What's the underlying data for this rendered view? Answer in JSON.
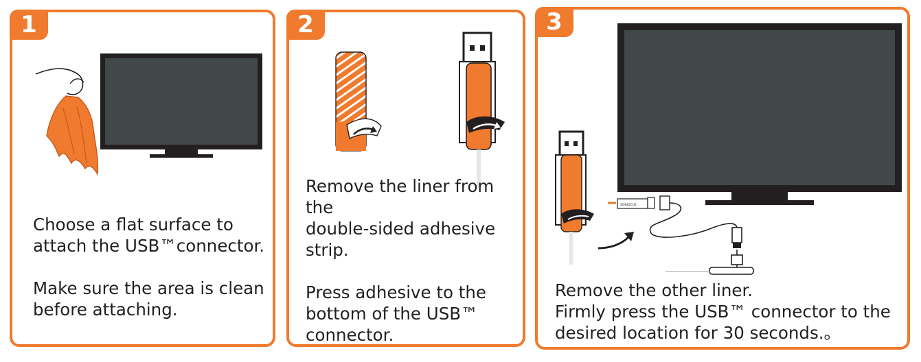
{
  "steps": [
    {
      "number": "1",
      "lines_a": [
        "Choose a flat surface to",
        "attach the USB™connector."
      ],
      "lines_b": [
        "Make sure the area is clean",
        "before attaching."
      ]
    },
    {
      "number": "2",
      "lines_a": [
        "Remove the liner from the",
        "double-sided adhesive",
        "strip."
      ],
      "lines_b": [
        "Press adhesive to the",
        "bottom of the USB™",
        "connector."
      ]
    },
    {
      "number": "3",
      "lines_a": [
        "Remove the other liner.",
        "Firmly press the USB™ connector to the",
        "desired location for 30 seconds.。"
      ],
      "brand_label": "SONIQCUE"
    }
  ],
  "colors": {
    "accent": "#f07a2d",
    "screen": "#414849",
    "bezel": "#231f20"
  }
}
